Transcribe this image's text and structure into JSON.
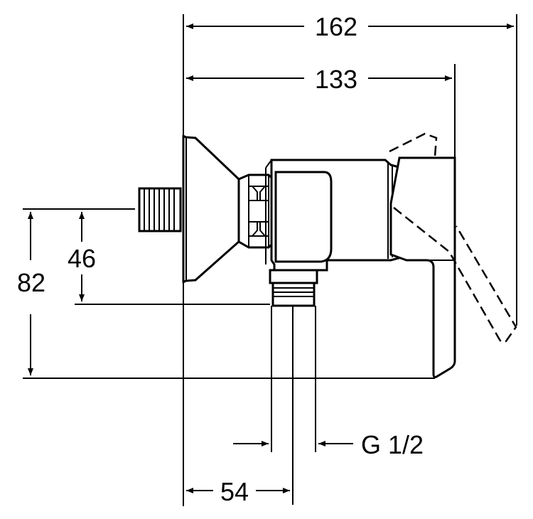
{
  "dimensions": {
    "overall_width_with_lever": "162",
    "body_width": "133",
    "pipe_height_total": "82",
    "pipe_height_outlet": "46",
    "outlet_offset": "54",
    "outlet_thread": "G 1/2"
  },
  "colors": {
    "line": "#000000",
    "background": "#ffffff"
  }
}
